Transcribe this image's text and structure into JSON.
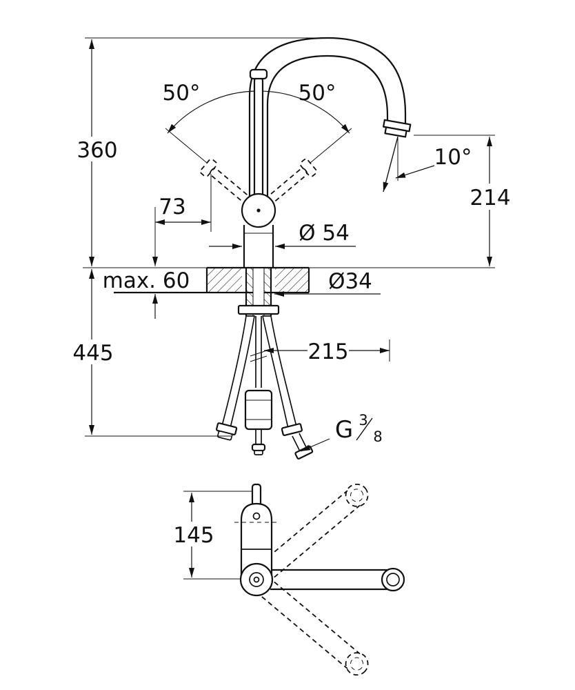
{
  "labels": {
    "overall_height": "360",
    "under_counter_depth": "445",
    "lever_tip_offset": "73",
    "max_deck_thickness": "max. 60",
    "lever_swing_left": "50°",
    "lever_swing_right": "50°",
    "body_diameter": "Ø 54",
    "mounting_hole_diameter": "Ø34",
    "hose_projection": "215",
    "spout_tilt_angle": "10°",
    "spout_outlet_height": "214",
    "thread_letter": "G",
    "thread_numerator": "3",
    "thread_denominator": "8",
    "base_to_spout_axis": "145"
  }
}
